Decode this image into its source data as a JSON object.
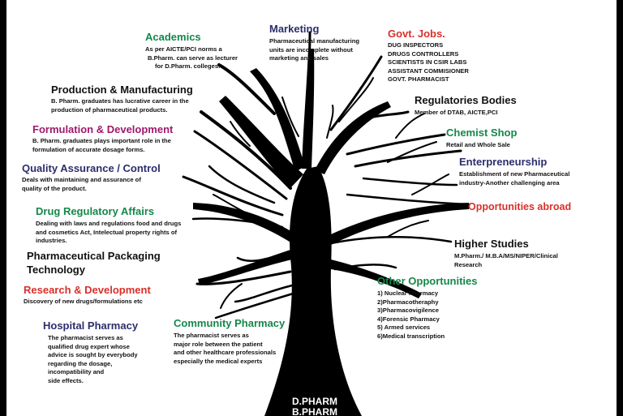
{
  "colors": {
    "green": "#14874a",
    "navy": "#2b2e6b",
    "red": "#d9302a",
    "magenta": "#a1186b",
    "black": "#111111"
  },
  "nodes": {
    "academics": {
      "title": "Academics",
      "desc": [
        "As per AICTE/PCI norms a",
        "B.Pharm. can serve as lecturer",
        "for D.Pharm. colleges."
      ]
    },
    "marketing": {
      "title": "Marketing",
      "desc": [
        "Pharmaceutical manufacturing",
        "units are incomplete without",
        "marketing and sales"
      ]
    },
    "govt_jobs": {
      "title": "Govt. Jobs.",
      "desc": [
        "DUG INSPECTORS",
        "DRUGS CONTROLLERS",
        "SCIENTISTS IN CSIR LABS",
        "ASSISTANT COMMISIONER",
        "GOVT. PHARMACIST"
      ]
    },
    "production": {
      "title": "Production & Manufacturing",
      "desc": [
        "B. Pharm. graduates has lucrative career in the",
        "production of pharmaceutical products."
      ]
    },
    "regulatory_bodies": {
      "title": "Regulatories Bodies",
      "desc": [
        "Member of DTAB, AICTE,PCI"
      ]
    },
    "formulation": {
      "title": "Formulation & Development",
      "desc": [
        "B. Pharm. graduates plays important role in the",
        "formulation of accurate dosage forms."
      ]
    },
    "chemist_shop": {
      "title": "Chemist Shop",
      "desc": [
        "Retail and Whole Sale"
      ]
    },
    "quality": {
      "title": "Quality Assurance / Control",
      "desc": [
        "Deals with maintaining and assurance of",
        "quality of the product."
      ]
    },
    "entrepreneurship": {
      "title": "Enterpreneurship",
      "desc": [
        "Establishment of new Pharmaceutical",
        "industry-Another challenging area"
      ]
    },
    "drug_regulatory": {
      "title": "Drug Regulatory Affairs",
      "desc": [
        "Dealing with  laws and regulations food and drugs",
        "and cosmetics Act, Intelectual  property rights of",
        "industries."
      ]
    },
    "abroad": {
      "title": "Opportunities abroad"
    },
    "packaging": {
      "title_lines": [
        "Pharmaceutical Packaging",
        "Technology"
      ]
    },
    "higher_studies": {
      "title": "Higher Studies",
      "desc": [
        "M.Pharm./ M.B.A/MS/NIPER/Clinical",
        "Research"
      ]
    },
    "research": {
      "title": "Research & Development",
      "desc": [
        "Discovery of new drugs/formulations etc"
      ]
    },
    "other": {
      "title": "Other Opportunities",
      "desc": [
        "1) Nuclear Pharmacy",
        "2)Pharmacotheraphy",
        "3)Pharmacovigilence",
        "4)Forensic Pharmacy",
        "5) Armed services",
        "6)Medical transcription"
      ]
    },
    "hospital": {
      "title": "Hospital Pharmacy",
      "desc": [
        "The pharmacist serves  as",
        "qualified drug expert whose",
        "advice is sought by everybody",
        "regarding the dosage,",
        "incompatibility and",
        "side effects."
      ]
    },
    "community": {
      "title": "Community Pharmacy",
      "desc": [
        "The pharmacist serves  as",
        "major role between the patient",
        "and other healthcare professionals",
        "especially the medical experts"
      ]
    }
  },
  "trunk": [
    "D.PHARM",
    "B.PHARM"
  ]
}
